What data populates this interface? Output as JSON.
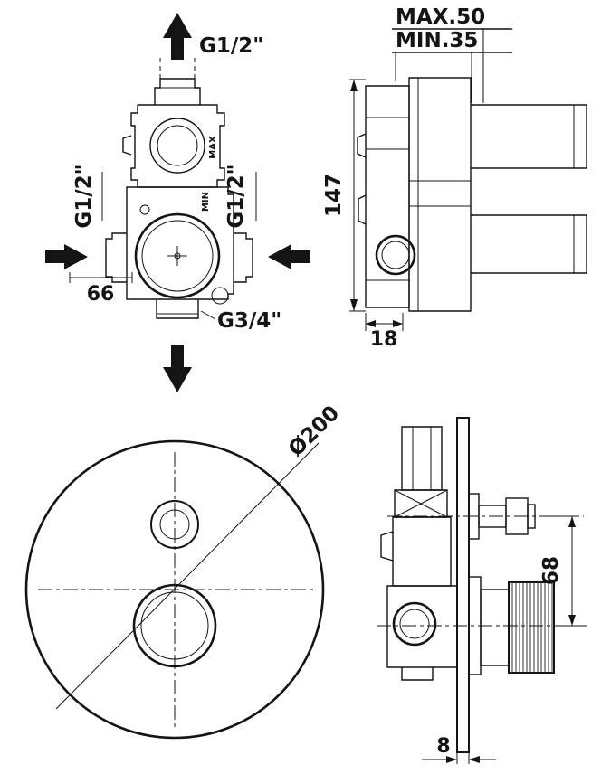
{
  "drawing": {
    "rough_front": {
      "top_conn": "G1/2\"",
      "left_conn": "G1/2\"",
      "right_conn": "G1/2\"",
      "bottom_conn": "G3/4\"",
      "dim_width": "66",
      "max_label": "MAX",
      "min_label": "MIN"
    },
    "rough_side": {
      "depth_max": "MAX.50",
      "depth_min": "MIN.35",
      "dim_height": "147",
      "dim_depth": "18"
    },
    "trim_front": {
      "diameter": "Ø200"
    },
    "trim_side": {
      "dim_spacing": "68",
      "dim_thickness": "8"
    }
  }
}
